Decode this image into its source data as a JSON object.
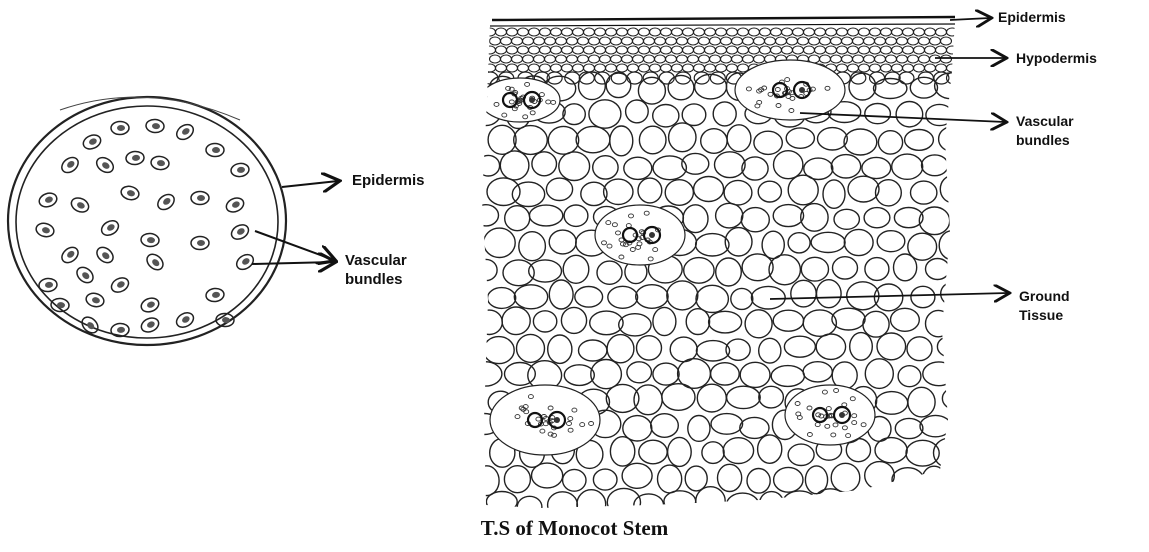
{
  "diagram": {
    "caption": "T.S of Monocot Stem",
    "left_figure": {
      "labels": {
        "epidermis": "Epidermis",
        "vascular_line1": "Vascular",
        "vascular_line2": "bundles"
      }
    },
    "right_figure": {
      "labels": {
        "epidermis": "Epidermis",
        "hypodermis": "Hypodermis",
        "vascular_line1": "Vascular",
        "vascular_line2": "bundles",
        "ground_line1": "Ground",
        "ground_line2": "Tissue"
      }
    },
    "colors": {
      "ink": "#111111",
      "background": "#ffffff"
    }
  }
}
